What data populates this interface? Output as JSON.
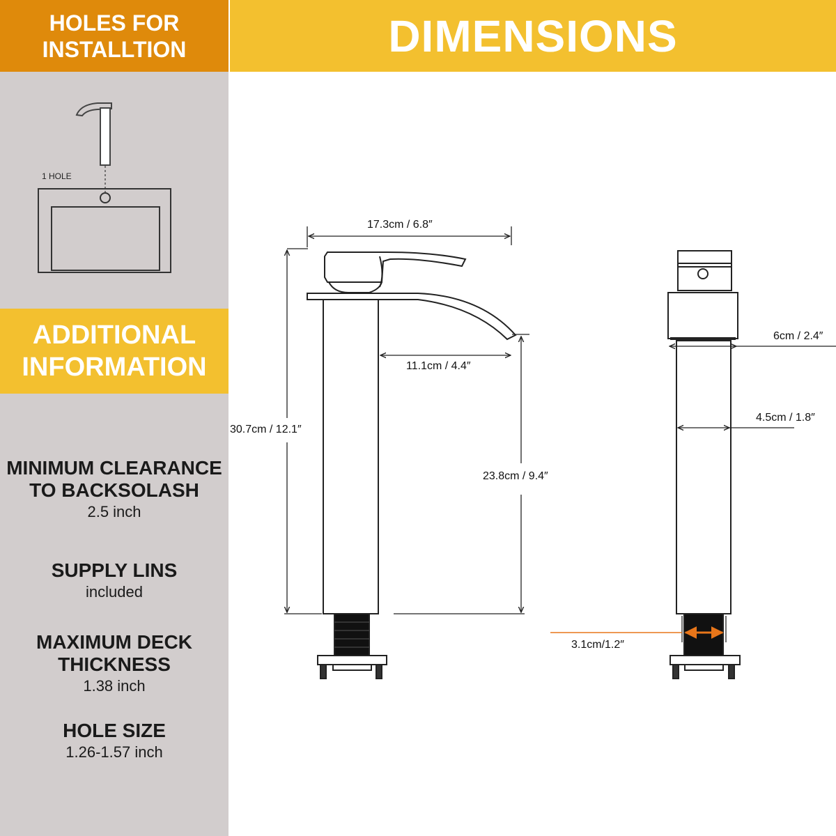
{
  "headers": {
    "holes_line1": "HOLES FOR",
    "holes_line2": "INSTALLTION",
    "dimensions": "DIMENSIONS",
    "additional_line1": "ADDITIONAL",
    "additional_line2": "INFORMATION"
  },
  "holes": {
    "label": "1 HOLE"
  },
  "info": [
    {
      "title_line1": "MINIMUM CLEARANCE",
      "title_line2": "TO BACKSOLASH",
      "value": "2.5 inch"
    },
    {
      "title_line1": "SUPPLY LINS",
      "title_line2": "",
      "value": "included"
    },
    {
      "title_line1": "MAXIMUM DECK",
      "title_line2": "THICKNESS",
      "value": "1.38 inch"
    },
    {
      "title_line1": "HOLE SIZE",
      "title_line2": "",
      "value": "1.26-1.57 inch"
    }
  ],
  "dimensions": {
    "total_length": "17.3cm / 6.8″",
    "spout_reach": "11.1cm / 4.4″",
    "total_height": "30.7cm / 12.1″",
    "spout_height": "23.8cm / 9.4″",
    "handle_width": "6cm / 2.4″",
    "body_width": "4.5cm / 1.8″",
    "shank_width": "3.1cm/1.2″"
  },
  "colors": {
    "orange": "#df8a0b",
    "yellow": "#f3c02f",
    "sidebar_gray": "#d2cdcd",
    "arrow_orange": "#e8761a"
  }
}
